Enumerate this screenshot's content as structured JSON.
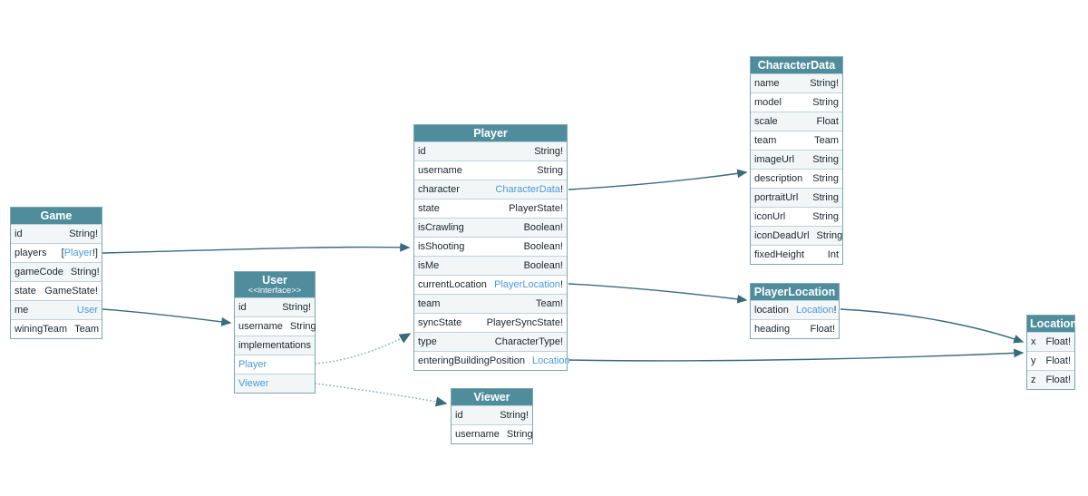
{
  "page": {
    "background": "#ffffff"
  },
  "colors": {
    "header_bg": "#4f8d9d",
    "header_text": "#ffffff",
    "link": "#4a9ad9",
    "edge": "#3a6b7d",
    "edge_dotted": "#9bb8c2",
    "row_alt_bg": "#f2f6f7",
    "table_border": "#7fa6b2",
    "row_border": "#bdd3da"
  },
  "tables": [
    {
      "name": "Game",
      "title": "Game",
      "rows": [
        {
          "kind": "field",
          "name": "id",
          "type": "String!"
        },
        {
          "kind": "field",
          "name": "players",
          "type": "[Player!]",
          "link": "Player"
        },
        {
          "kind": "field",
          "name": "gameCode",
          "type": "String!"
        },
        {
          "kind": "field",
          "name": "state",
          "type": "GameState!"
        },
        {
          "kind": "field",
          "name": "me",
          "type": "User",
          "link": "User"
        },
        {
          "kind": "field",
          "name": "winingTeam",
          "type": "Team"
        }
      ]
    },
    {
      "name": "User",
      "title": "User",
      "subtitle": "<<interface>>",
      "rows": [
        {
          "kind": "field",
          "name": "id",
          "type": "String!"
        },
        {
          "kind": "field",
          "name": "username",
          "type": "String"
        },
        {
          "kind": "section",
          "label": "implementations"
        },
        {
          "kind": "impl",
          "label": "Player"
        },
        {
          "kind": "impl",
          "label": "Viewer"
        }
      ]
    },
    {
      "name": "Player",
      "title": "Player",
      "rows": [
        {
          "kind": "field",
          "name": "id",
          "type": "String!"
        },
        {
          "kind": "field",
          "name": "username",
          "type": "String"
        },
        {
          "kind": "field",
          "name": "character",
          "type": "CharacterData!",
          "link": "CharacterData"
        },
        {
          "kind": "field",
          "name": "state",
          "type": "PlayerState!"
        },
        {
          "kind": "field",
          "name": "isCrawling",
          "type": "Boolean!"
        },
        {
          "kind": "field",
          "name": "isShooting",
          "type": "Boolean!"
        },
        {
          "kind": "field",
          "name": "isMe",
          "type": "Boolean!"
        },
        {
          "kind": "field",
          "name": "currentLocation",
          "type": "PlayerLocation!",
          "link": "PlayerLocation"
        },
        {
          "kind": "field",
          "name": "team",
          "type": "Team!"
        },
        {
          "kind": "field",
          "name": "syncState",
          "type": "PlayerSyncState!"
        },
        {
          "kind": "field",
          "name": "type",
          "type": "CharacterType!"
        },
        {
          "kind": "field",
          "name": "enteringBuildingPosition",
          "type": "Location",
          "link": "Location"
        }
      ]
    },
    {
      "name": "Viewer",
      "title": "Viewer",
      "rows": [
        {
          "kind": "field",
          "name": "id",
          "type": "String!"
        },
        {
          "kind": "field",
          "name": "username",
          "type": "String"
        }
      ]
    },
    {
      "name": "CharacterData",
      "title": "CharacterData",
      "rows": [
        {
          "kind": "field",
          "name": "name",
          "type": "String!"
        },
        {
          "kind": "field",
          "name": "model",
          "type": "String"
        },
        {
          "kind": "field",
          "name": "scale",
          "type": "Float"
        },
        {
          "kind": "field",
          "name": "team",
          "type": "Team"
        },
        {
          "kind": "field",
          "name": "imageUrl",
          "type": "String"
        },
        {
          "kind": "field",
          "name": "description",
          "type": "String"
        },
        {
          "kind": "field",
          "name": "portraitUrl",
          "type": "String"
        },
        {
          "kind": "field",
          "name": "iconUrl",
          "type": "String"
        },
        {
          "kind": "field",
          "name": "iconDeadUrl",
          "type": "String"
        },
        {
          "kind": "field",
          "name": "fixedHeight",
          "type": "Int"
        }
      ]
    },
    {
      "name": "PlayerLocation",
      "title": "PlayerLocation",
      "rows": [
        {
          "kind": "field",
          "name": "location",
          "type": "Location!",
          "link": "Location"
        },
        {
          "kind": "field",
          "name": "heading",
          "type": "Float!"
        }
      ]
    },
    {
      "name": "Location",
      "title": "Location",
      "rows": [
        {
          "kind": "field",
          "name": "x",
          "type": "Float!"
        },
        {
          "kind": "field",
          "name": "y",
          "type": "Float!"
        },
        {
          "kind": "field",
          "name": "z",
          "type": "Float!"
        }
      ]
    }
  ],
  "edges": [
    {
      "from": "Game.players",
      "to": "Player",
      "style": "solid"
    },
    {
      "from": "Game.me",
      "to": "User",
      "style": "solid"
    },
    {
      "from": "User.Player",
      "to": "Player",
      "style": "dotted"
    },
    {
      "from": "User.Viewer",
      "to": "Viewer",
      "style": "dotted"
    },
    {
      "from": "Player.character",
      "to": "CharacterData",
      "style": "solid"
    },
    {
      "from": "Player.currentLocation",
      "to": "PlayerLocation",
      "style": "solid"
    },
    {
      "from": "Player.enteringBuildingPosition",
      "to": "Location",
      "style": "solid"
    },
    {
      "from": "PlayerLocation.location",
      "to": "Location",
      "style": "solid"
    }
  ]
}
